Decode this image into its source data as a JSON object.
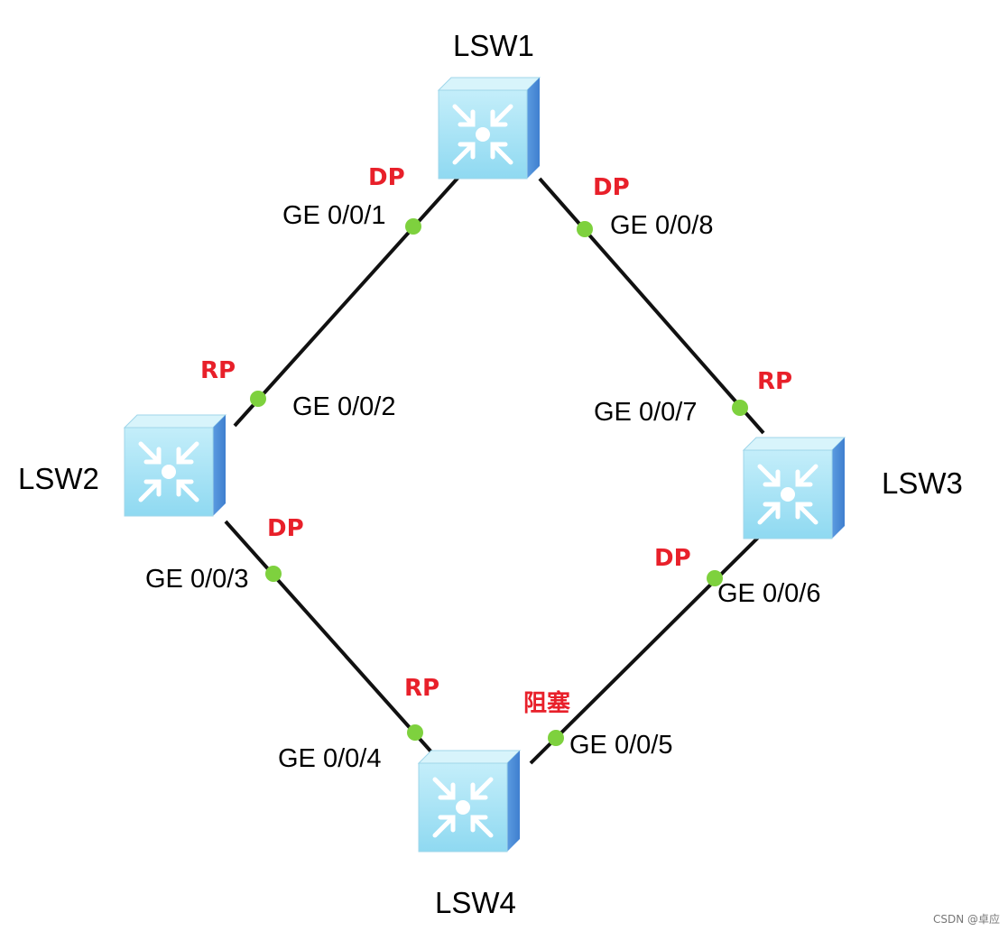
{
  "switches": [
    {
      "id": "LSW1",
      "name": "LSW1"
    },
    {
      "id": "LSW2",
      "name": "LSW2"
    },
    {
      "id": "LSW3",
      "name": "LSW3"
    },
    {
      "id": "LSW4",
      "name": "LSW4"
    }
  ],
  "links": [
    {
      "a": "LSW1",
      "b": "LSW2",
      "a_port": "GE 0/0/1",
      "a_role": "DP",
      "b_port": "GE 0/0/2",
      "b_role": "RP"
    },
    {
      "a": "LSW1",
      "b": "LSW3",
      "a_port": "GE 0/0/8",
      "a_role": "DP",
      "b_port": "GE 0/0/7",
      "b_role": "RP"
    },
    {
      "a": "LSW2",
      "b": "LSW4",
      "a_port": "GE 0/0/3",
      "a_role": "DP",
      "b_port": "GE 0/0/4",
      "b_role": "RP"
    },
    {
      "a": "LSW3",
      "b": "LSW4",
      "a_port": "GE 0/0/6",
      "a_role": "DP",
      "b_port": "GE 0/0/5",
      "b_role": "阻塞"
    }
  ],
  "colors": {
    "link": "#111111",
    "port_dot": "#7ed13e",
    "role_text": "#e8202a",
    "switch_front": "#a8e4f6",
    "switch_top": "#d6f3fb",
    "switch_side": "#4e8ed8"
  },
  "icon": "core-switch-icon",
  "watermark": "CSDN @卓应"
}
